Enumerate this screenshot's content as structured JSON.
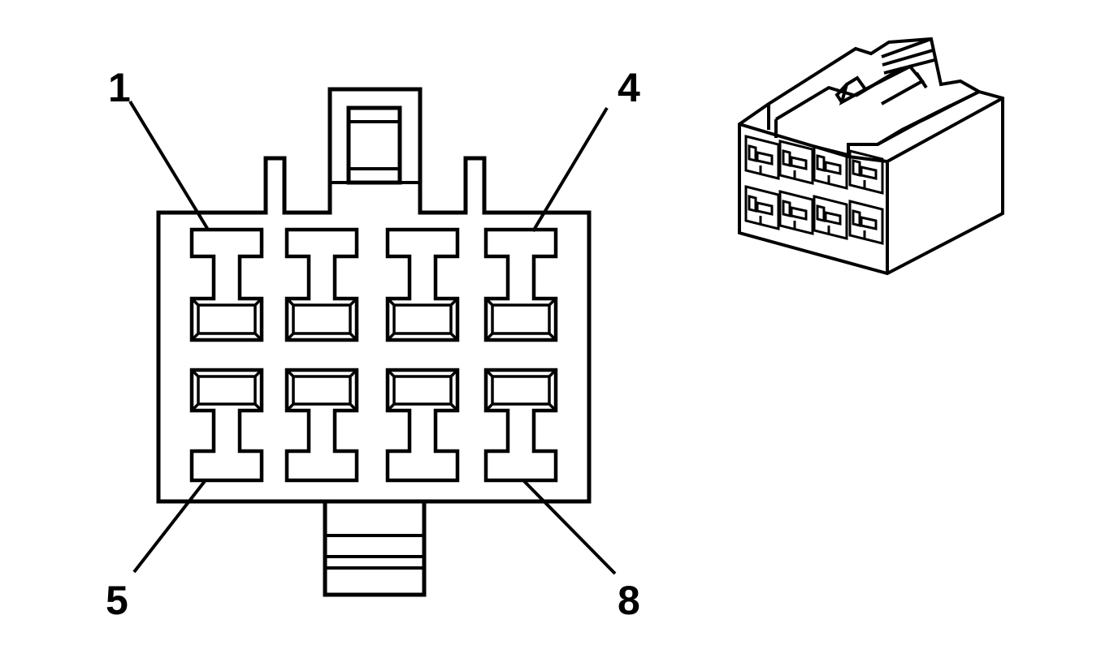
{
  "diagram": {
    "type": "connector-pinout",
    "pin_labels": [
      {
        "id": "pin-1",
        "text": "1"
      },
      {
        "id": "pin-4",
        "text": "4"
      },
      {
        "id": "pin-5",
        "text": "5"
      },
      {
        "id": "pin-8",
        "text": "8"
      }
    ],
    "cavity_rows": 2,
    "cavities_per_row": 4
  },
  "colors": {
    "line": "#000000",
    "background": "#ffffff"
  }
}
